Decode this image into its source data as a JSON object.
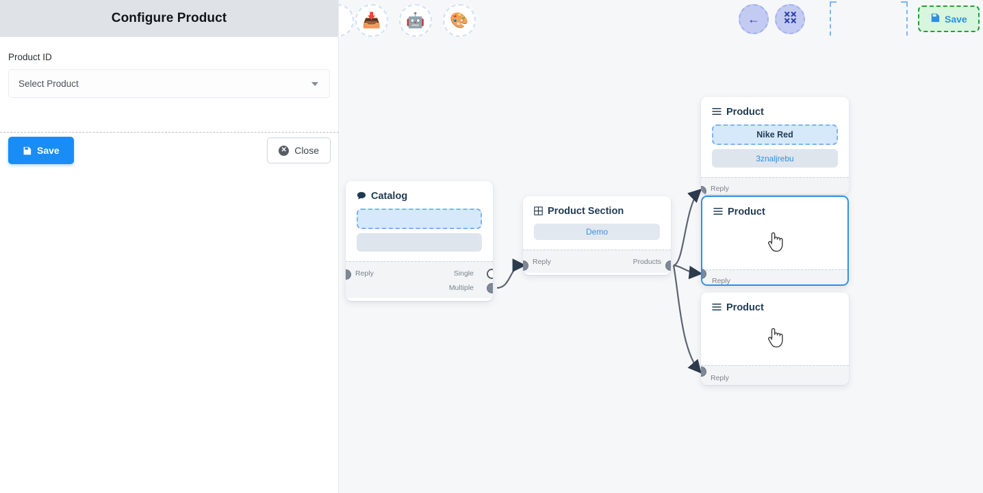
{
  "left_panel": {
    "title": "Configure Product",
    "field_label": "Product ID",
    "select": {
      "value": "Select Product",
      "caret_icon": "chevron-down-icon"
    },
    "save_label": "Save",
    "close_label": "Close",
    "save_icon": "floppy-disk-icon",
    "close_icon": "close-circle-icon"
  },
  "toolbar": {
    "left_tools": [
      {
        "name": "inbox-tray-icon",
        "glyph": "📥"
      },
      {
        "name": "robot-icon",
        "glyph": "🤖"
      },
      {
        "name": "palette-icon",
        "glyph": "🎨"
      }
    ],
    "right_tools": {
      "back_icon": "arrow-left-icon",
      "back_glyph": "←",
      "fit_icon": "fit-to-screen-icon",
      "save_label": "Save",
      "save_icon": "floppy-disk-icon"
    }
  },
  "canvas": {
    "nodes": [
      {
        "id": "catalog",
        "title": "Catalog",
        "icon": "chat-bubble-icon",
        "slot_dashed_text": "",
        "slot_grey_text": "",
        "ports_in": [
          {
            "label": "Reply",
            "state": "filled"
          }
        ],
        "ports_out": [
          {
            "label": "Single",
            "state": "hollow"
          },
          {
            "label": "Multiple",
            "state": "filled"
          }
        ]
      },
      {
        "id": "product-section",
        "title": "Product Section",
        "icon": "grid-table-icon",
        "body_label": "Demo",
        "ports_in": [
          {
            "label": "Reply",
            "state": "filled"
          }
        ],
        "ports_out": [
          {
            "label": "Products",
            "state": "filled"
          }
        ]
      },
      {
        "id": "product-1",
        "title": "Product",
        "icon": "list-lines-icon",
        "slot_dashed_text": "Nike Red",
        "slot_grey_text": "3znaljrebu",
        "ports_in": [
          {
            "label": "Reply",
            "state": "filled"
          }
        ],
        "selected": false
      },
      {
        "id": "product-2",
        "title": "Product",
        "icon": "list-lines-icon",
        "body_icon": "pointing-hand-cursor-icon",
        "ports_in": [
          {
            "label": "Reply",
            "state": "filled"
          }
        ],
        "selected": true
      },
      {
        "id": "product-3",
        "title": "Product",
        "icon": "list-lines-icon",
        "body_icon": "pointing-hand-cursor-icon",
        "ports_in": [
          {
            "label": "Reply",
            "state": "filled"
          }
        ],
        "selected": false
      }
    ]
  },
  "colors": {
    "accent_blue": "#1a8cf5",
    "node_title": "#1f3a52",
    "canvas_bg": "#f6f7f9",
    "panel_header_bg": "#dfe3e8",
    "edge": "#5a6472",
    "save_top_green": "#1f9e3a",
    "port": "#7e8896"
  }
}
